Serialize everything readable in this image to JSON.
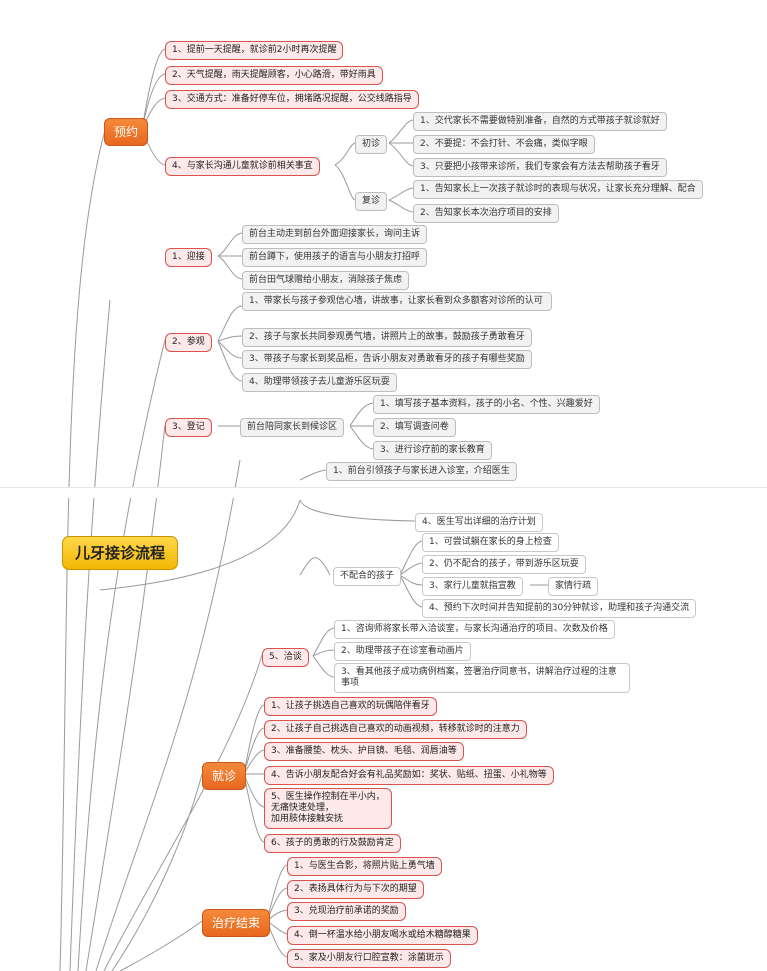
{
  "root": "儿牙接诊流程",
  "branches": {
    "yuyue": "预约",
    "jiuzhen": "就诊",
    "zhiliao": "治疗结束"
  },
  "yuyue_items": [
    "1、提前一天提醒，就诊前2小时再次提醒",
    "2、天气提醒，雨天提醒顾客，小心路滑，带好雨具",
    "3、交通方式：准备好停车位，拥堵路况提醒，公交线路指导",
    "4、与家长沟通儿童就诊前相关事宜"
  ],
  "chuzhen": {
    "label": "初诊",
    "items": [
      "1、交代家长不需要做特别准备，自然的方式带孩子就诊就好",
      "2、不要提：不会打针、不会痛，类似字眼",
      "3、只要把小孩带来诊所，我们专家会有方法去帮助孩子看牙"
    ]
  },
  "fuzhen": {
    "label": "复诊",
    "items": [
      "1、告知家长上一次孩子就诊时的表现与状况，让家长充分理解、配合",
      "2、告知家长本次治疗项目的安排"
    ]
  },
  "yingjie": {
    "label": "1、迎接",
    "items": [
      "前台主动走到前台外面迎接家长，询问主诉",
      "前台蹲下，使用孩子的语言与小朋友打招呼",
      "前台田气球赠给小朋友，消除孩子焦虑"
    ]
  },
  "canguan": {
    "label": "2、参观",
    "items": [
      "1、带家长与孩子参观信心墙，讲故事，让家长看到众多额客对诊所的认可",
      "2、孩子与家长共同参观勇气墙，讲照片上的故事，鼓励孩子勇敢看牙",
      "3、带孩子与家长到奖品柜，告诉小朋友对勇敢看牙的孩子有哪些奖励",
      "4、助理带领孩子去儿童游乐区玩耍"
    ]
  },
  "dengji": {
    "label": "3、登记",
    "mid": "前台陪同家长到候诊区",
    "items": [
      "1、填写孩子基本资料，孩子的小名、个性、兴趣爱好",
      "2、填写调查问卷",
      "3、进行诊疗前的家长教育"
    ]
  },
  "zhenshi_first": "1、前台引领孩子与家长进入诊室，介绍医生",
  "zhenshi_fourth": "4、医生写出详细的治疗计划",
  "bupeihe": {
    "label": "不配合的孩子",
    "items": [
      "1、可尝试躺在家长的身上检查",
      "2、仍不配合的孩子，带到游乐区玩耍",
      "3、家行儿童就指宣教",
      "4、预约下次时间并告知提前的30分钟就诊，助理和孩子沟通交流"
    ],
    "sub": "家情行疏"
  },
  "qiatan": {
    "label": "5、洽谈",
    "items": [
      "1、咨询师将家长带入洽谈室，与家长沟通治疗的项目、次数及价格",
      "2、助理带孩子在诊室看动画片",
      "3、看其他孩子成功病例档案，签署治疗同意书，讲解治疗过程的注意事项"
    ]
  },
  "jiuzhen_items": [
    "1、让孩子挑选自己喜欢的玩偶陪伴看牙",
    "2、让孩子自己挑选自己喜欢的动画视频，转移就诊时的注意力",
    "3、准备腰垫、枕头、护目镜、毛毯、润唇油等",
    "4、告诉小朋友配合好会有礼品奖励如：奖状、贴纸、扭蛋、小礼物等",
    "5、医生操作控制在半小内，\n无痛快速处理，\n加用肢体接触安抚",
    "6、孩子的勇敢的行及鼓励肯定"
  ],
  "zhiliao_items": [
    "1、与医生合影，将照片贴上勇气墙",
    "2、表扬具体行为与下次的期望",
    "3、兑现治疗前承诺的奖励",
    "4、倒一杯温水给小朋友喝水或给木糖醇糖果",
    "5、家及小朋友行口腔宣教：涂菌斑示"
  ],
  "colors": {
    "red_border": "#d9534f",
    "red_fill": "#fde9e9",
    "orange": "#e8671f",
    "root_yellow": "#f2b705",
    "line": "#9a9a9a"
  }
}
